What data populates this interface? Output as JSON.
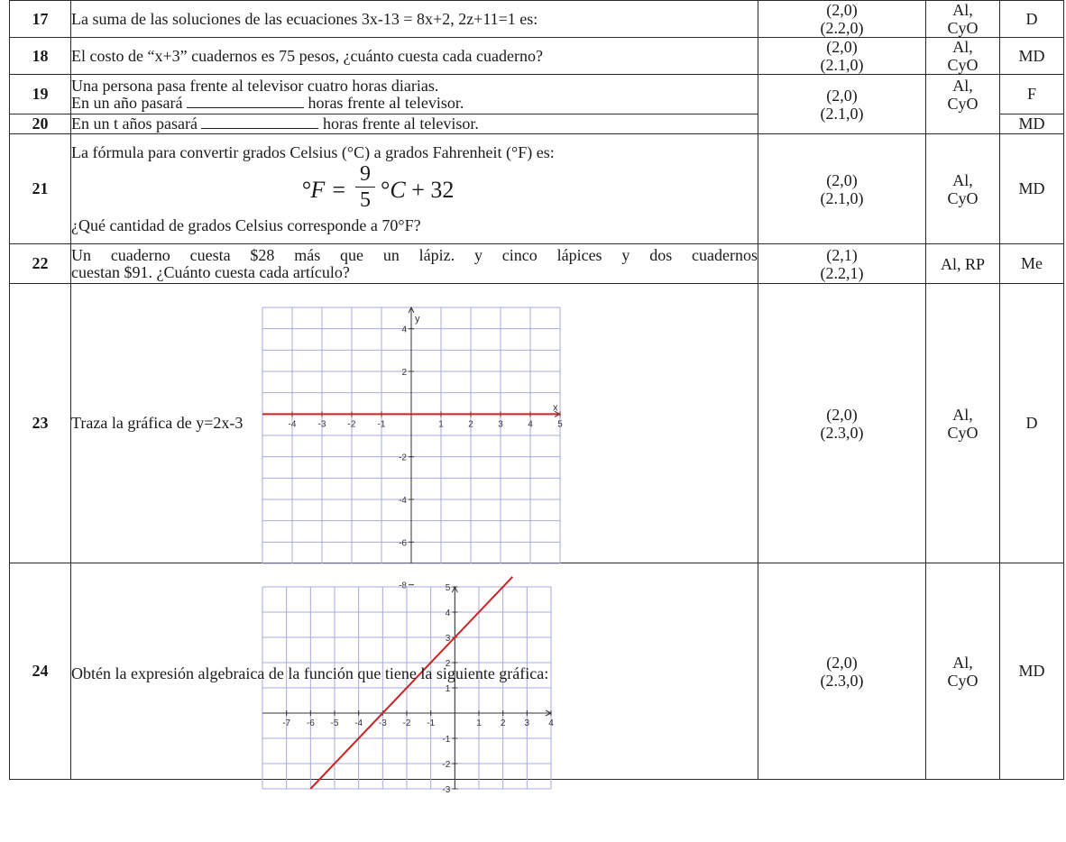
{
  "rows": [
    {
      "num": "17",
      "question": "La suma de las soluciones de las ecuaciones 3x-13 = 8x+2, 2z+11=1 es:",
      "codes": [
        "(2,0)",
        "(2.2,0)"
      ],
      "category": [
        "Al,",
        "CyO"
      ],
      "level": "D"
    },
    {
      "num": "18",
      "question": "El costo de “x+3” cuadernos es 75 pesos, ¿cuánto cuesta cada cuaderno?",
      "codes": [
        "(2,0)",
        "(2.1,0)"
      ],
      "category": [
        "Al,",
        "CyO"
      ],
      "level": "MD"
    },
    {
      "num": "19",
      "question_lines": [
        "Una persona pasa frente al televisor cuatro horas diarias.",
        "En un año pasará",
        "horas frente al televisor."
      ],
      "codes": [
        "(2,0)",
        "(2.1,0)"
      ],
      "category": [
        "Al,",
        "CyO"
      ],
      "level": "F"
    },
    {
      "num": "20",
      "question_lines": [
        "En un t años pasará",
        "horas frente al televisor."
      ],
      "level": "MD"
    },
    {
      "num": "21",
      "question_lines": [
        "La fórmula para convertir grados Celsius (°C) a grados Fahrenheit (°F) es:",
        "¿Qué cantidad de grados Celsius corresponde a 70°F?"
      ],
      "formula": {
        "lhs": "°F =",
        "numerator": "9",
        "denominator": "5",
        "rhs_symbol": "°",
        "rhs_var": "C",
        "rhs_tail": "+ 32"
      },
      "codes": [
        "(2,0)",
        "(2.1,0)"
      ],
      "category": [
        "Al,",
        "CyO"
      ],
      "level": "MD"
    },
    {
      "num": "22",
      "question_lines": [
        "Un cuaderno cuesta $28 más que un lápiz. y cinco lápices y dos cuadernos",
        "cuestan $91. ¿Cuánto cuesta cada artículo?"
      ],
      "codes": [
        "(2,1)",
        "(2.2,1)"
      ],
      "category": [
        "Al, RP"
      ],
      "level": "Me"
    },
    {
      "num": "23",
      "question": "Traza la gráfica de y=2x-3",
      "codes": [
        "(2,0)",
        "(2.3,0)"
      ],
      "category": [
        "Al,",
        "CyO"
      ],
      "level": "D"
    },
    {
      "num": "24",
      "question": "Obtén la expresión algebraica de la función que tiene la siguiente gráfica:",
      "codes": [
        "(2,0)",
        "(2.3,0)"
      ],
      "category": [
        "Al,",
        "CyO"
      ],
      "level": "MD"
    }
  ],
  "chart_data": [
    {
      "type": "line",
      "xlim": [
        -5,
        5
      ],
      "ylim": [
        -7,
        5
      ],
      "x_ticks": [
        "-4",
        "-3",
        "-2",
        "-1",
        "1",
        "2",
        "3",
        "4",
        "5"
      ],
      "y_ticks": [
        "4",
        "2",
        "-2",
        "-4",
        "-6",
        "-8"
      ],
      "ylabel": "y",
      "xlabel": "x",
      "grid": true,
      "series": [
        {
          "x": [
            -5,
            5
          ],
          "y": [
            0,
            0
          ]
        }
      ],
      "colors": {
        "grid": "#a7a9dd",
        "line": "#cc2222",
        "axis": "#333333"
      }
    },
    {
      "type": "line",
      "xlim": [
        -8,
        4
      ],
      "ylim": [
        -3,
        5
      ],
      "x_ticks": [
        "-7",
        "-6",
        "-5",
        "-4",
        "-3",
        "-2",
        "-1",
        "1",
        "2",
        "3",
        "4"
      ],
      "y_ticks": [
        "5",
        "4",
        "3",
        "2",
        "1",
        "-1",
        "-2",
        "-3"
      ],
      "grid": true,
      "series": [
        {
          "x": [
            -6,
            2.4
          ],
          "y": [
            -3,
            5.4
          ]
        }
      ],
      "colors": {
        "grid": "#a7a9dd",
        "line": "#cc2222",
        "axis": "#333333"
      }
    }
  ]
}
